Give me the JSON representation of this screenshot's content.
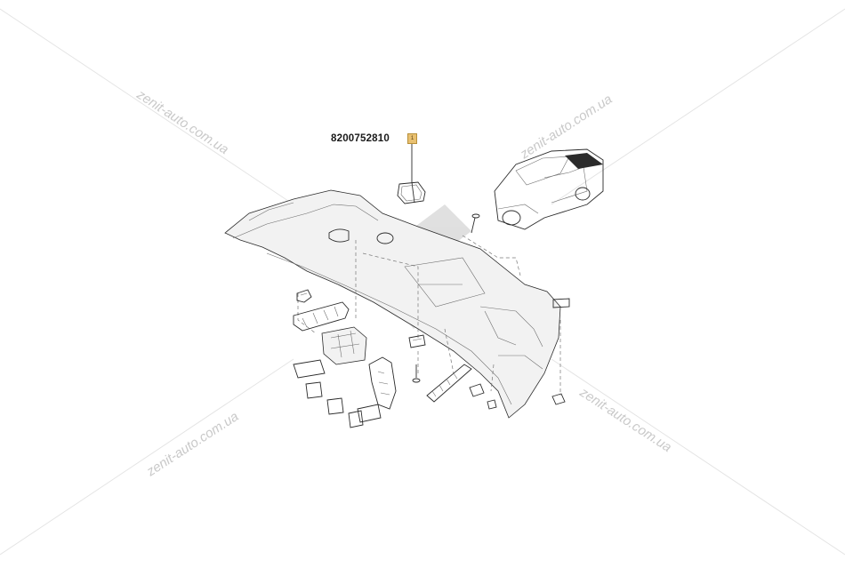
{
  "diagram": {
    "part_number": "8200752810",
    "callout_label": "1",
    "watermark_text": "zenit-auto.com.ua",
    "accent_color": "#e8c070"
  }
}
